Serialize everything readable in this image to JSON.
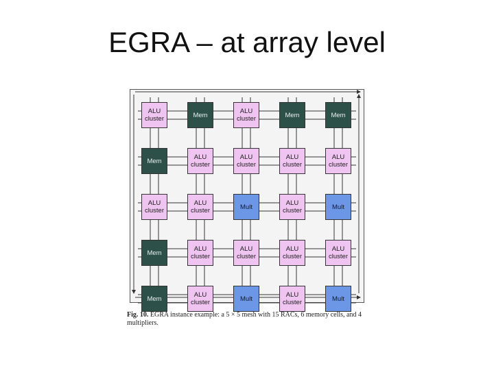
{
  "title": "EGRA – at array level",
  "grid": {
    "rows": [
      [
        {
          "kind": "alu",
          "line1": "ALU",
          "line2": "cluster"
        },
        {
          "kind": "mem",
          "line1": "Mem",
          "line2": ""
        },
        {
          "kind": "alu",
          "line1": "ALU",
          "line2": "cluster"
        },
        {
          "kind": "mem",
          "line1": "Mem",
          "line2": ""
        },
        {
          "kind": "mem",
          "line1": "Mem",
          "line2": ""
        }
      ],
      [
        {
          "kind": "mem",
          "line1": "Mem",
          "line2": ""
        },
        {
          "kind": "alu",
          "line1": "ALU",
          "line2": "cluster"
        },
        {
          "kind": "alu",
          "line1": "ALU",
          "line2": "cluster"
        },
        {
          "kind": "alu",
          "line1": "ALU",
          "line2": "cluster"
        },
        {
          "kind": "alu",
          "line1": "ALU",
          "line2": "cluster"
        }
      ],
      [
        {
          "kind": "alu",
          "line1": "ALU",
          "line2": "cluster"
        },
        {
          "kind": "alu",
          "line1": "ALU",
          "line2": "cluster"
        },
        {
          "kind": "mult",
          "line1": "Mult",
          "line2": ""
        },
        {
          "kind": "alu",
          "line1": "ALU",
          "line2": "cluster"
        },
        {
          "kind": "mult",
          "line1": "Mult",
          "line2": ""
        }
      ],
      [
        {
          "kind": "mem",
          "line1": "Mem",
          "line2": ""
        },
        {
          "kind": "alu",
          "line1": "ALU",
          "line2": "cluster"
        },
        {
          "kind": "alu",
          "line1": "ALU",
          "line2": "cluster"
        },
        {
          "kind": "alu",
          "line1": "ALU",
          "line2": "cluster"
        },
        {
          "kind": "alu",
          "line1": "ALU",
          "line2": "cluster"
        }
      ],
      [
        {
          "kind": "mem",
          "line1": "Mem",
          "line2": ""
        },
        {
          "kind": "alu",
          "line1": "ALU",
          "line2": "cluster"
        },
        {
          "kind": "mult",
          "line1": "Mult",
          "line2": ""
        },
        {
          "kind": "alu",
          "line1": "ALU",
          "line2": "cluster"
        },
        {
          "kind": "mult",
          "line1": "Mult",
          "line2": ""
        }
      ]
    ]
  },
  "caption": {
    "label": "Fig. 10.",
    "text": "EGRA instance example: a 5 × 5 mesh with 15 RACs, 6 memory cells, and 4 multipliers."
  },
  "colors": {
    "alu": "#efc4f0",
    "mem": "#2d5049",
    "mult": "#6c97e6"
  }
}
